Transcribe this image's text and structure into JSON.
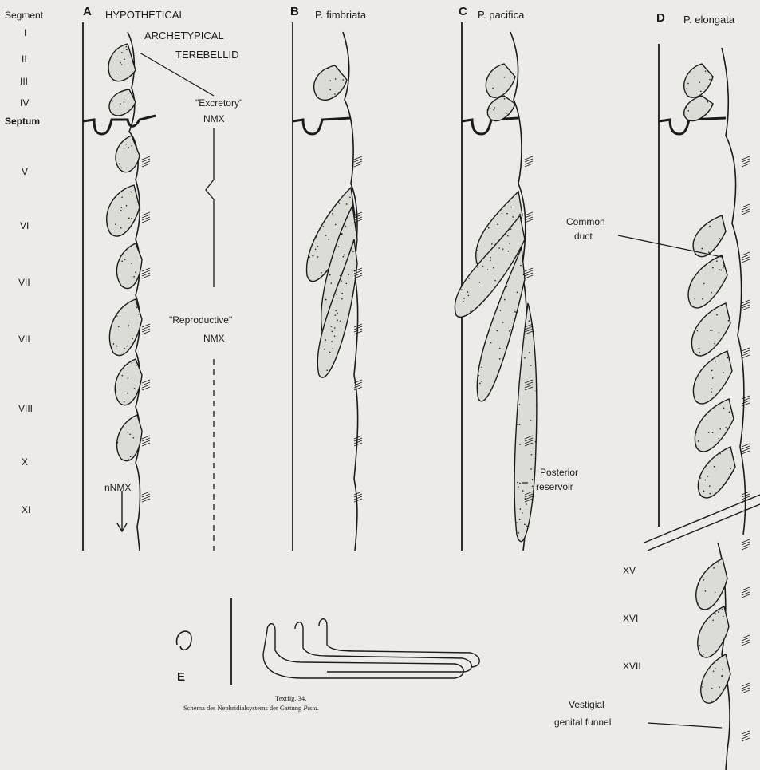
{
  "figure": {
    "segment_header": "Segment",
    "segments": [
      "I",
      "II",
      "III",
      "IV",
      "Septum",
      "V",
      "VI",
      "VII",
      "VII",
      "VIII",
      "X",
      "XI"
    ],
    "panels": [
      {
        "letter": "A",
        "title_lines": [
          "HYPOTHETICAL",
          "ARCHETYPICAL",
          "TEREBELLID"
        ]
      },
      {
        "letter": "B",
        "title_lines": [
          "P. fimbriata"
        ]
      },
      {
        "letter": "C",
        "title_lines": [
          "P. pacifica"
        ]
      },
      {
        "letter": "D",
        "title_lines": [
          "P. elongata"
        ]
      }
    ],
    "annotations": {
      "excretory_lines": [
        "\"Excretory\"",
        "NMX"
      ],
      "reproductive_lines": [
        "\"Reproductive\"",
        "NMX"
      ],
      "nnmx": "nNMX",
      "common_duct_lines": [
        "Common",
        "duct"
      ],
      "posterior_reservoir_lines": [
        "Posterior",
        "reservoir"
      ],
      "vestigial_lines": [
        "Vestigial",
        "genital funnel"
      ],
      "d_segments": [
        "XV",
        "XVI",
        "XVII"
      ]
    },
    "inset": {
      "letter": "E",
      "caption_line1": "Textfig. 34.",
      "caption_line2_prefix": "Schema des Nephridialsystems der Gattung",
      "caption_line2_genus": "Pista."
    }
  }
}
